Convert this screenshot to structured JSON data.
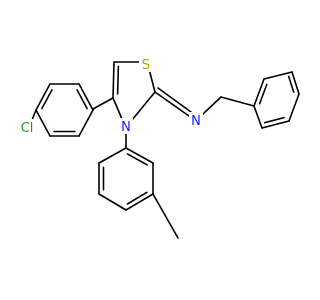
{
  "molecule": {
    "atoms": [
      {
        "id": "S",
        "symbol": "S",
        "label": "S",
        "color": "#b5a000"
      },
      {
        "id": "N_ring",
        "symbol": "N",
        "label": "N",
        "color": "#1a1aff"
      },
      {
        "id": "N_imine",
        "symbol": "N",
        "label": "N",
        "color": "#1a1aff"
      },
      {
        "id": "Cl",
        "symbol": "Cl",
        "label": "Cl",
        "color": "#1f9a1f"
      }
    ],
    "bond_color": "#000000"
  }
}
